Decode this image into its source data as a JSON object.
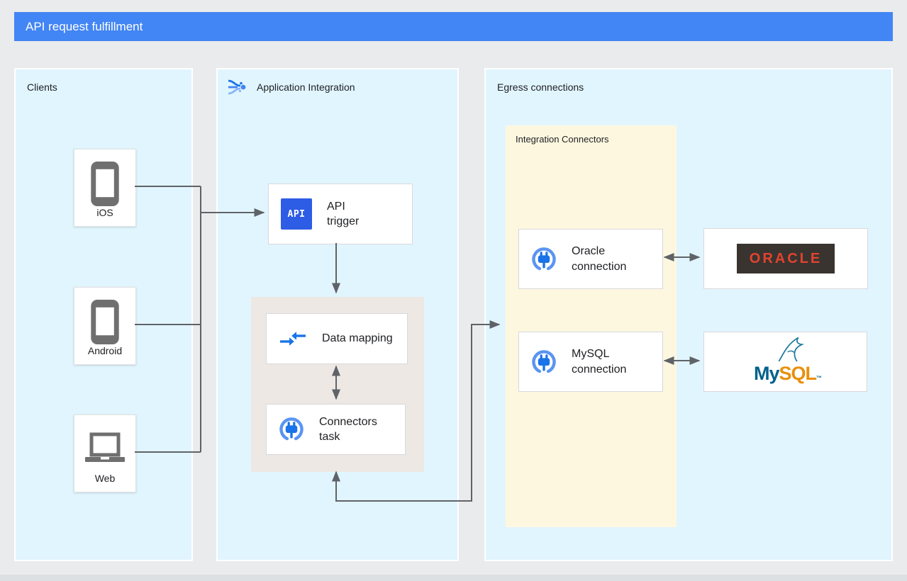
{
  "title_bar": {
    "title": "API request fulfillment"
  },
  "panels": {
    "clients": {
      "title": "Clients",
      "items": [
        {
          "label": "iOS",
          "icon": "smartphone-icon"
        },
        {
          "label": "Android",
          "icon": "smartphone-icon"
        },
        {
          "label": "Web",
          "icon": "laptop-icon"
        }
      ]
    },
    "application_integration": {
      "title": "Application Integration",
      "nodes": {
        "api_trigger": {
          "label": "API trigger",
          "icon_text": "API"
        },
        "data_mapping": {
          "label": "Data mapping"
        },
        "connectors_task": {
          "label": "Connectors task"
        }
      }
    },
    "egress_connections": {
      "title": "Egress connections",
      "integration_connectors": {
        "title": "Integration Connectors",
        "nodes": {
          "oracle_connection": {
            "label": "Oracle connection"
          },
          "mysql_connection": {
            "label": "MySQL connection"
          }
        }
      },
      "external_systems": {
        "oracle": {
          "wordmark": "ORACLE"
        },
        "mysql": {
          "wordmark_my": "My",
          "wordmark_sql": "SQL",
          "trademark": "™"
        }
      }
    }
  },
  "colors": {
    "banner_blue": "#4285F4",
    "panel_blue": "#E1F5FE",
    "connectors_yellow": "#FEF7E0",
    "task_container_gray": "#EDE8E4",
    "arrow_gray": "#5F6368",
    "api_icon_blue": "#2D5CE5",
    "connector_icon_blue": "#1A73E8",
    "connector_ring_blue": "#5B94F2",
    "oracle_red": "#E2432E",
    "oracle_badge_dark": "#393430",
    "mysql_teal": "#00618A",
    "mysql_orange": "#E8900C",
    "device_icon_gray": "#6F6F6F"
  }
}
